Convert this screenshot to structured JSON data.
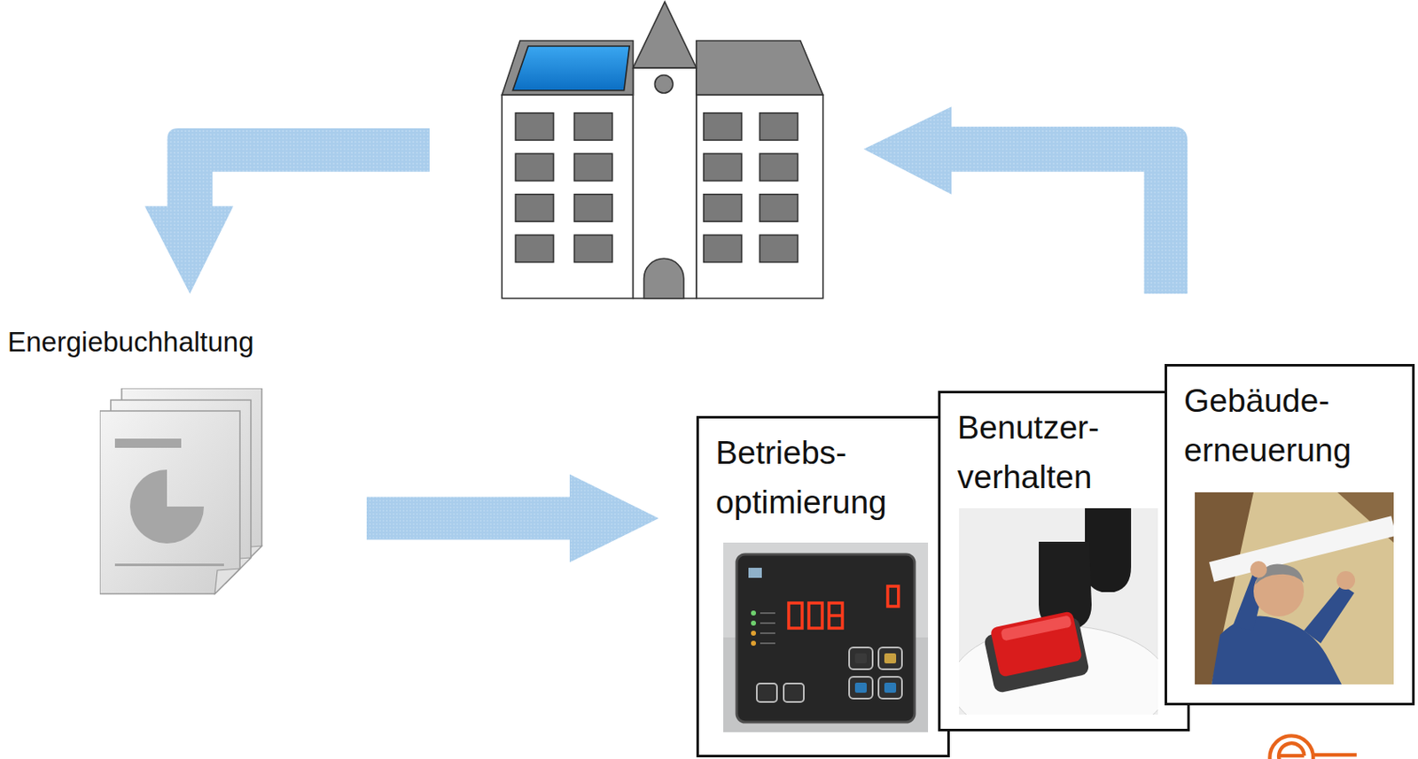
{
  "diagram": {
    "nodes": [
      {
        "text": [
          "Energiebuchhaltung"
        ]
      },
      {
        "text": [
          "Betriebs- optimierung"
        ]
      },
      {
        "text": [
          "Benutzer- verhalten"
        ]
      },
      {
        "text": [
          "Gebäude- erneuerung"
        ]
      }
    ],
    "edges": [
      {
        "from": 0,
        "to": 1,
        "arrow": "to"
      }
    ]
  }
}
